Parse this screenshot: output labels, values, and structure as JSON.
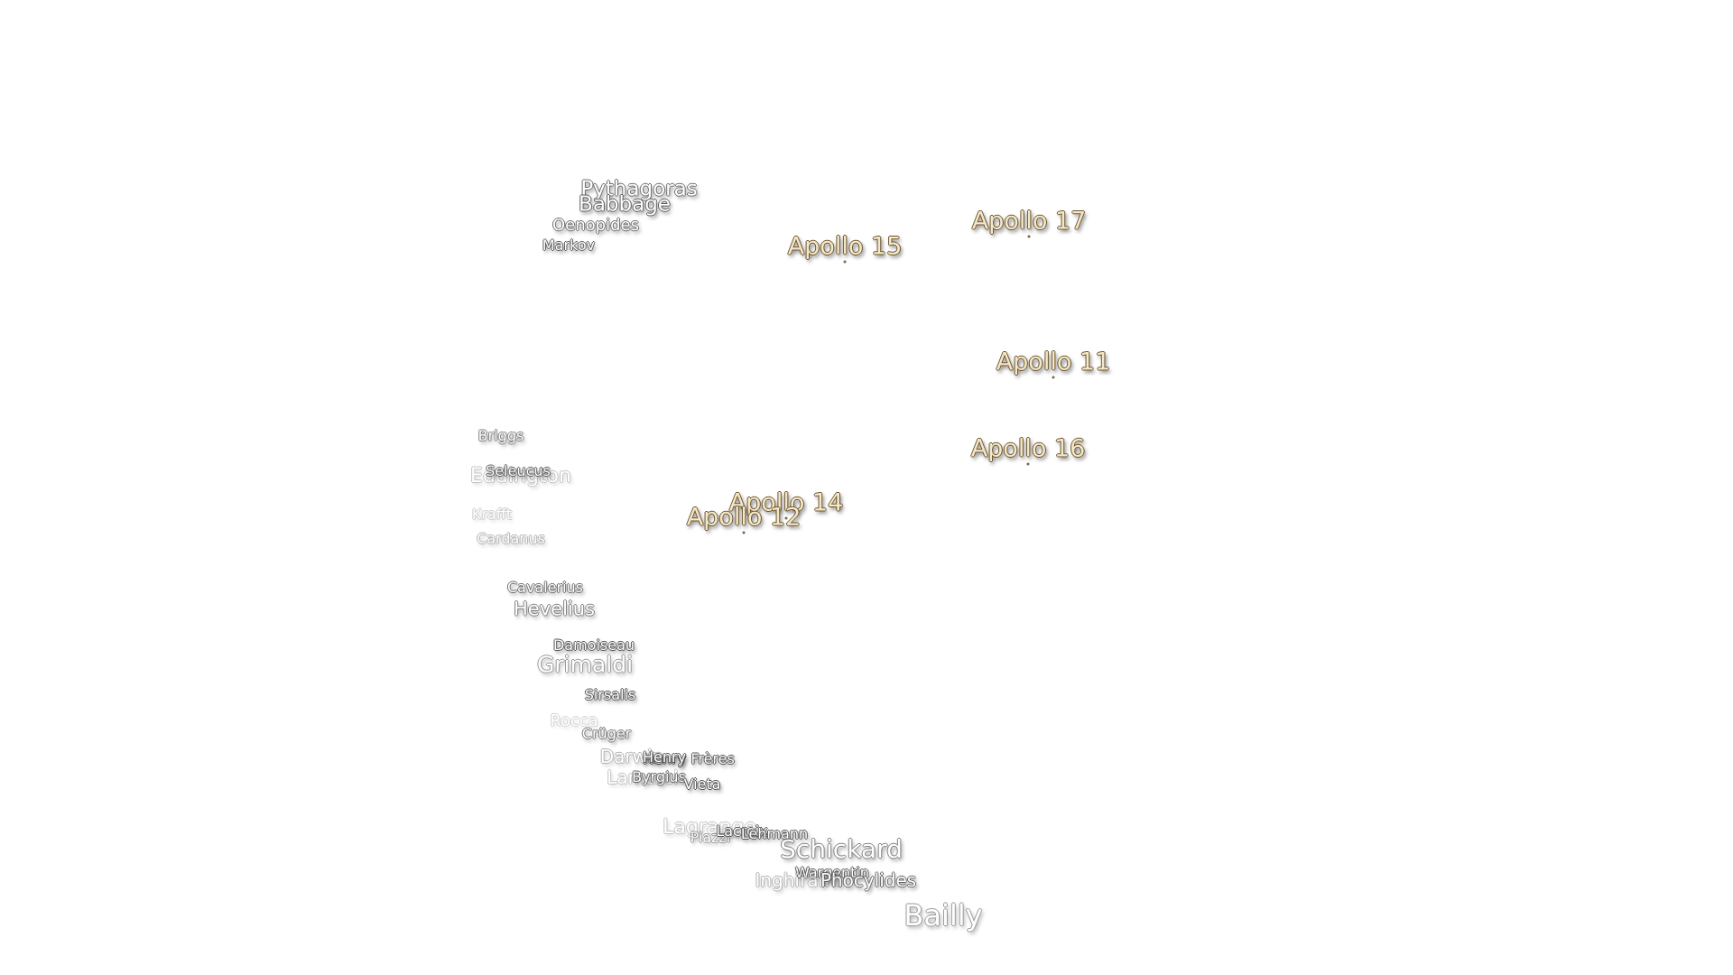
{
  "map": {
    "apollo_sites": [
      {
        "label": "Apollo 17"
      },
      {
        "label": "Apollo 15"
      },
      {
        "label": "Apollo 11"
      },
      {
        "label": "Apollo 16"
      },
      {
        "label": "Apollo 14"
      },
      {
        "label": "Apollo 12"
      }
    ],
    "craters": [
      {
        "label": "Pythagoras"
      },
      {
        "label": "Babbage"
      },
      {
        "label": "Oenopides"
      },
      {
        "label": "Markov"
      },
      {
        "label": "Briggs"
      },
      {
        "label": "Eddington"
      },
      {
        "label": "Seleucus"
      },
      {
        "label": "Krafft"
      },
      {
        "label": "Cardanus"
      },
      {
        "label": "Cavalerius"
      },
      {
        "label": "Hevelius"
      },
      {
        "label": "Damoiseau"
      },
      {
        "label": "Grimaldi"
      },
      {
        "label": "Sirsalis"
      },
      {
        "label": "Rocca"
      },
      {
        "label": "Crüger"
      },
      {
        "label": "Darwin"
      },
      {
        "label": "Henry Frères"
      },
      {
        "label": "Henry"
      },
      {
        "label": "Lamarck"
      },
      {
        "label": "Byrgius"
      },
      {
        "label": "Vieta"
      },
      {
        "label": "Lagrange"
      },
      {
        "label": "Piazzi"
      },
      {
        "label": "Lacroix"
      },
      {
        "label": "Lehmann"
      },
      {
        "label": "Schickard"
      },
      {
        "label": "Wargentin"
      },
      {
        "label": "Inghirami"
      },
      {
        "label": "Phocylides"
      },
      {
        "label": "Bailly"
      }
    ]
  }
}
